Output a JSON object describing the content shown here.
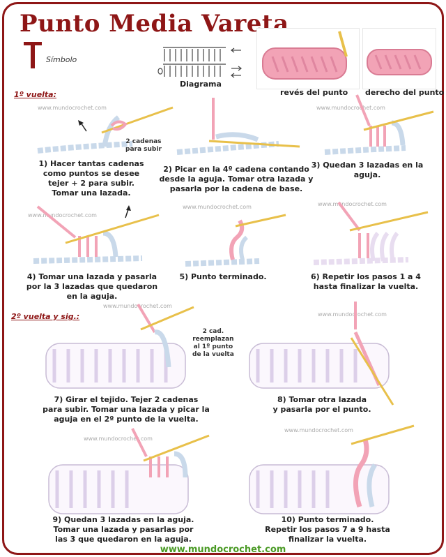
{
  "header": {
    "title": "Punto Media Vareta",
    "symbol_label": "Símbolo",
    "diagram_label": "Diagrama"
  },
  "photos": {
    "reverse_label": "revés del punto",
    "right_label": "derecho del punto"
  },
  "sections": {
    "round1": "1º vuelta:",
    "round2": "2º vuelta y sig.:"
  },
  "watermark": "www.mundocrochet.com",
  "notes": {
    "two_chains": "2 cadenas\npara subir",
    "replace_first": "2 cad.\nreemplazan\nal 1º punto\nde la vuelta"
  },
  "steps": [
    {
      "text": "1) Hacer tantas cadenas\ncomo puntos se desee\ntejer + 2 para subir.\nTomar una lazada."
    },
    {
      "text": "2) Picar en la 4º cadena contando\ndesde la aguja. Tomar otra lazada y\npasarla por la cadena de base."
    },
    {
      "text": "3) Quedan 3 lazadas en la aguja."
    },
    {
      "text": "4) Tomar una lazada y pasarla\npor la 3 lazadas que quedaron\nen la aguja."
    },
    {
      "text": "5) Punto terminado."
    },
    {
      "text": "6) Repetir los pasos 1 a 4\nhasta finalizar la vuelta."
    },
    {
      "text": "7) Girar el tejido. Tejer 2 cadenas\npara subir. Tomar una lazada y picar la\naguja en el 2º punto de la vuelta."
    },
    {
      "text": "8) Tomar otra lazada\ny pasarla por el punto."
    },
    {
      "text": "9) Quedan 3 lazadas en la aguja.\nTomar una lazada y pasarlas por\nlas 3 que quedaron en la aguja."
    },
    {
      "text": "10) Punto terminado.\nRepetir los pasos 7 a 9 hasta\nfinalizar la vuelta."
    }
  ],
  "footer": "www.mundocrochet.com",
  "colors": {
    "border": "#8e1616",
    "yarn_pink": "#f2a3b6",
    "yarn_blue": "#c9d9ea",
    "yarn_lilac": "#e8ddf0",
    "hook_gold": "#e8c04a",
    "footer_green": "#4a9a25"
  }
}
